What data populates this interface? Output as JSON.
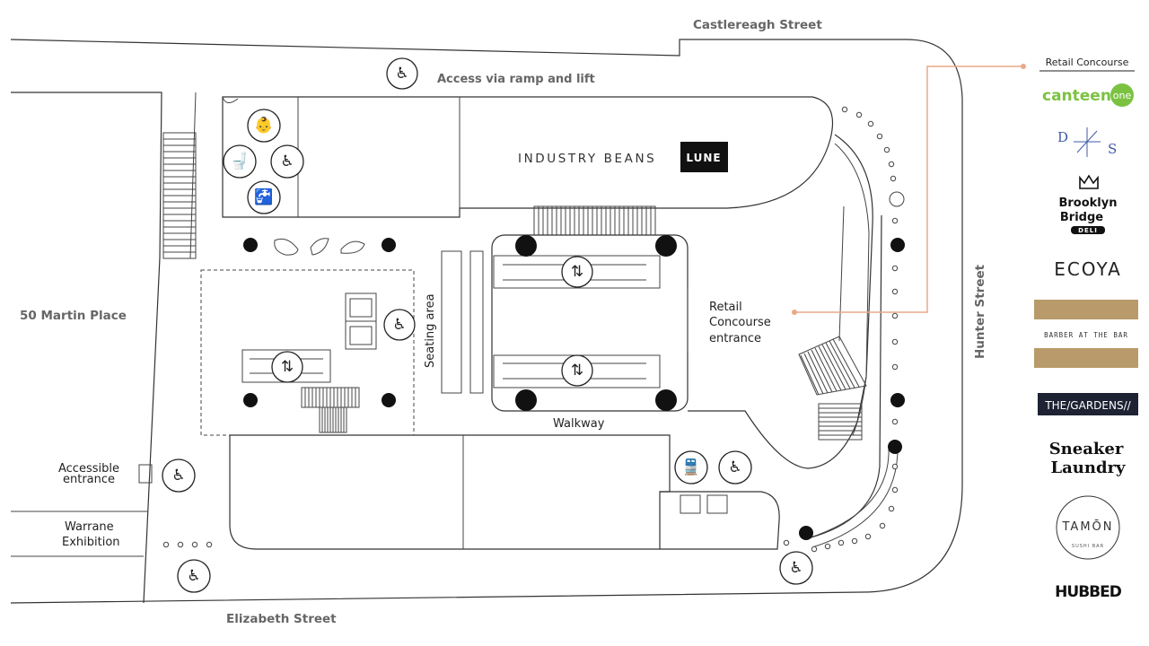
{
  "streets": {
    "north": "Castlereagh Street",
    "south": "Elizabeth Street",
    "east": "Hunter Street",
    "west": "50 Martin Place"
  },
  "labels": {
    "access": "Access via ramp and lift",
    "industry_beans": "INDUSTRY BEANS",
    "lune": "LUNE",
    "seating": "Seating area",
    "walkway": "Walkway",
    "concourse_line1": "Retail",
    "concourse_line2": "Concourse",
    "concourse_line3": "entrance",
    "accessible_line1": "Accessible",
    "accessible_line2": "entrance",
    "warrane_line1": "Warrane",
    "warrane_line2": "Exhibition"
  },
  "legend": {
    "title": "Retail Concourse",
    "canteen": "canteen",
    "canteen_badge": "one",
    "ds_left": "D",
    "ds_right": "S",
    "brooklyn_line1": "Brooklyn",
    "brooklyn_line2": "Bridge",
    "brooklyn_badge": "DELI",
    "ecoya": "ECOYA",
    "barber": "BARBER AT THE BAR",
    "gardens": "THE/GARDENS//",
    "sneaker_line1": "Sneaker",
    "sneaker_line2": "Laundry",
    "tamon": "TAMŌN",
    "tamon_sub": "SUSHI BAR",
    "hubbed": "HUBBED"
  },
  "icons": {
    "wheelchair": "♿",
    "toilet": "🚽",
    "baby": "👶",
    "tap": "🚰",
    "train": "🚆",
    "escalator": "⇅"
  },
  "colors": {
    "accent_line": "#e8a98a",
    "canteen_green": "#7cc242",
    "ds_blue": "#3f5aa8",
    "gardens_bg": "#1d2333",
    "lune_bg": "#111111",
    "barber_gold": "#b99a6a"
  }
}
